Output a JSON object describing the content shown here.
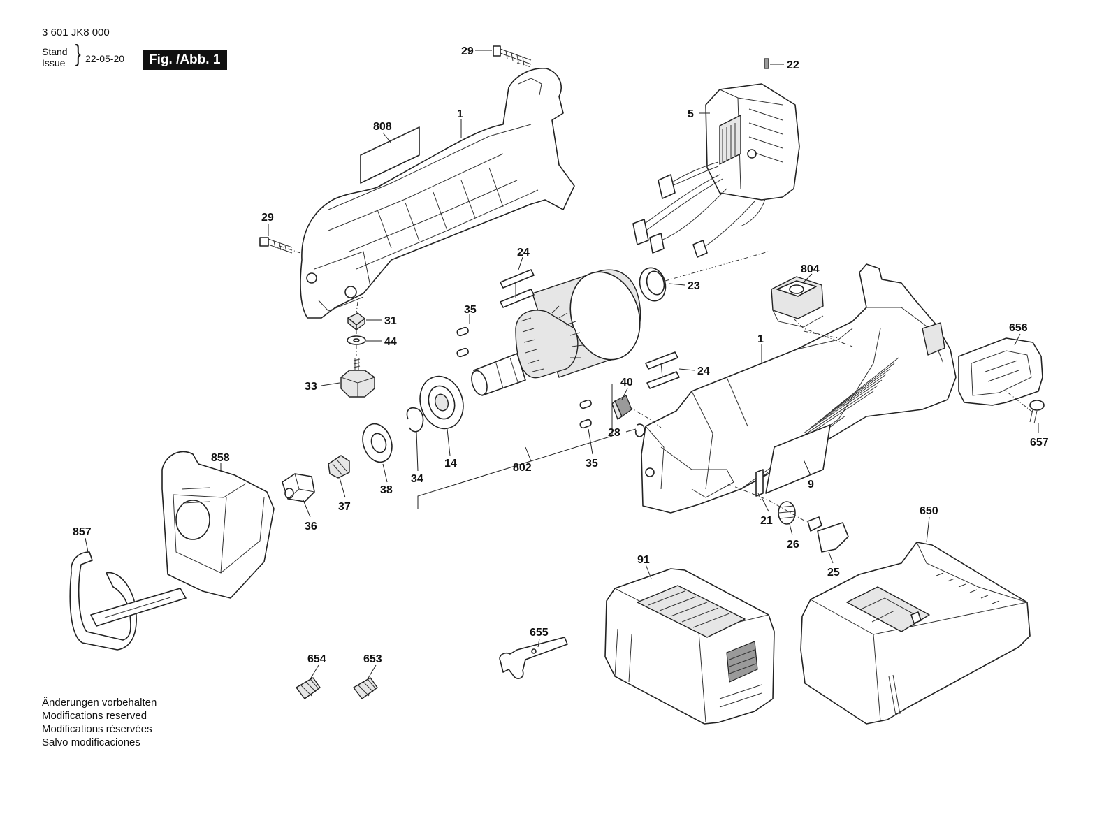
{
  "header": {
    "document_number": "3 601 JK8 000",
    "stand_label": "Stand",
    "issue_label": "Issue",
    "date": "22-05-20",
    "figure_label": "Fig. /Abb. 1"
  },
  "notes": [
    "Änderungen vorbehalten",
    "Modifications reserved",
    "Modifications réservées",
    "Salvo modificaciones"
  ],
  "callouts": {
    "c29_top": "29",
    "c22": "22",
    "c1_top": "1",
    "c808": "808",
    "c5": "5",
    "c29_left": "29",
    "c804": "804",
    "c24_top": "24",
    "c23": "23",
    "c35_top": "35",
    "c31": "31",
    "c44": "44",
    "c33": "33",
    "c1_right": "1",
    "c656": "656",
    "c24_mid": "24",
    "c40": "40",
    "c28": "28",
    "c657": "657",
    "c35_bottom": "35",
    "c858": "858",
    "c14": "14",
    "c802": "802",
    "c34": "34",
    "c38": "38",
    "c37": "37",
    "c36": "36",
    "c9": "9",
    "c21": "21",
    "c26": "26",
    "c25": "25",
    "c857": "857",
    "c650": "650",
    "c91": "91",
    "c655": "655",
    "c654": "654",
    "c653": "653"
  }
}
